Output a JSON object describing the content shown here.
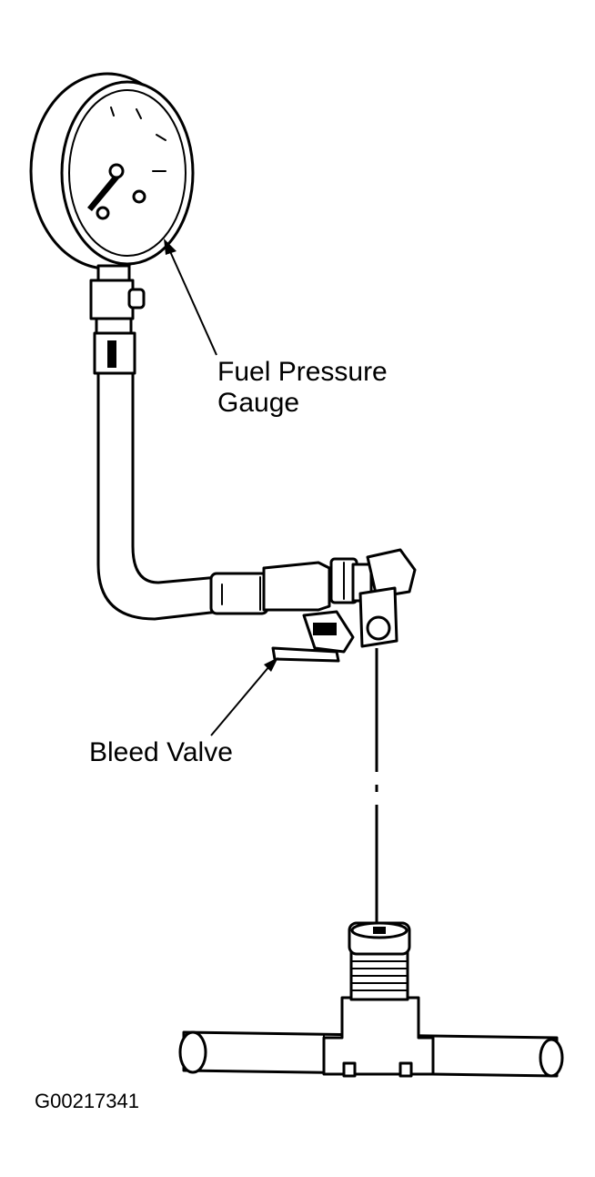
{
  "labels": {
    "gauge": [
      "Fuel Pressure",
      "Gauge"
    ],
    "bleed_valve": "Bleed Valve"
  },
  "figure_id": "G00217341",
  "colors": {
    "ink": "#000000",
    "background": "#ffffff"
  }
}
